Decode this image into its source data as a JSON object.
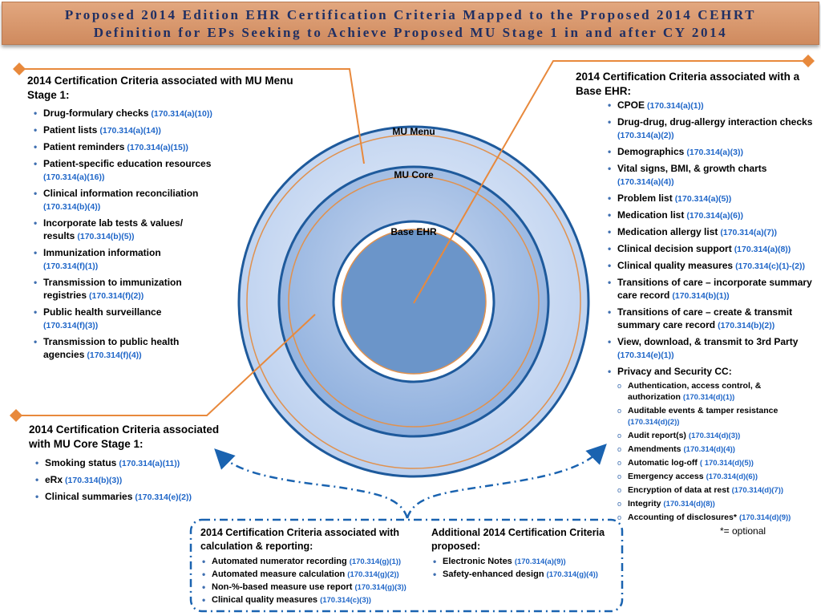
{
  "title": {
    "line1": "Proposed 2014 Edition EHR Certification Criteria Mapped to the Proposed 2014 CEHRT",
    "line2": "Definition for EPs Seeking to Achieve Proposed MU Stage 1 in and after CY 2014"
  },
  "rings": {
    "outer": "MU Menu",
    "middle": "MU Core",
    "inner": "Base EHR"
  },
  "menu": {
    "heading": "2014 Certification Criteria associated with MU Menu Stage 1:",
    "items": [
      {
        "label": "Drug-formulary checks",
        "code": "(170.314(a)(10))"
      },
      {
        "label": "Patient  lists",
        "code": "(170.314(a)(14))"
      },
      {
        "label": "Patient  reminders",
        "code": "(170.314(a)(15))"
      },
      {
        "label": "Patient-specific education resources",
        "code": "(170.314(a)(16))"
      },
      {
        "label": "Clinical information reconciliation",
        "code": "(170.314(b)(4))"
      },
      {
        "label": "Incorporate lab tests & values/ results",
        "code": "(170.314(b)(5))"
      },
      {
        "label": "Immunization information",
        "code": "(170.314(f)(1))"
      },
      {
        "label": "Transmission to immunization registries",
        "code": "(170.314(f)(2))"
      },
      {
        "label": "Public health surveillance",
        "code": "(170.314(f)(3))"
      },
      {
        "label": "Transmission to public health agencies",
        "code": "(170.314(f)(4))"
      }
    ]
  },
  "core": {
    "heading": "2014 Certification Criteria associated with MU Core Stage 1:",
    "items": [
      {
        "label": "Smoking status",
        "code": "(170.314(a)(11))"
      },
      {
        "label": "eRx",
        "code": "(170.314(b)(3))"
      },
      {
        "label": "Clinical summaries",
        "code": "(170.314(e)(2))"
      }
    ]
  },
  "base": {
    "heading": "2014 Certification Criteria associated with a Base EHR:",
    "items": [
      {
        "label": "CPOE",
        "code": "(170.314(a)(1))"
      },
      {
        "label": "Drug-drug, drug-allergy interaction checks",
        "code": "(170.314(a)(2))"
      },
      {
        "label": "Demographics",
        "code": "(170.314(a)(3))"
      },
      {
        "label": "Vital signs, BMI, & growth charts",
        "code": "(170.314(a)(4))"
      },
      {
        "label": "Problem list",
        "code": "(170.314(a)(5))"
      },
      {
        "label": "Medication list",
        "code": "(170.314(a)(6))"
      },
      {
        "label": "Medication allergy list",
        "code": "(170.314(a)(7))"
      },
      {
        "label": "Clinical decision support",
        "code": "(170.314(a)(8))"
      },
      {
        "label": "Clinical quality measures",
        "code": "(170.314(c)(1)-(2))"
      },
      {
        "label": "Transitions of care – incorporate summary care record",
        "code": "(170.314(b)(1))"
      },
      {
        "label": "Transitions of care – create & transmit summary care record",
        "code": "(170.314(b)(2))"
      },
      {
        "label": "View, download, & transmit to 3rd Party",
        "code": "(170.314(e)(1))"
      },
      {
        "label": "Privacy and Security CC:",
        "code": ""
      }
    ],
    "privacy_items": [
      {
        "label": "Authentication, access control, & authorization",
        "code": "(170.314(d)(1))"
      },
      {
        "label": "Auditable events & tamper resistance",
        "code": "(170.314(d)(2))"
      },
      {
        "label": "Audit report(s)",
        "code": "(170.314(d)(3))"
      },
      {
        "label": "Amendments",
        "code": "(170.314(d)(4))"
      },
      {
        "label": "Automatic log-off",
        "code": "( 170.314(d)(5))"
      },
      {
        "label": "Emergency access",
        "code": "(170.314(d)(6))"
      },
      {
        "label": "Encryption of data at rest",
        "code": "(170.314(d)(7))"
      },
      {
        "label": "Integrity",
        "code": "(170.314(d)(8))"
      },
      {
        "label": "Accounting of disclosures*",
        "code": "(170.314(d)(9))"
      }
    ]
  },
  "optional_note": "*= optional",
  "calc": {
    "heading": "2014 Certification Criteria associated with calculation & reporting:",
    "items": [
      {
        "label": "Automated numerator recording",
        "code": "(170.314(g)(1))"
      },
      {
        "label": "Automated measure calculation",
        "code": "(170.314(g)(2))"
      },
      {
        "label": "Non-%-based measure use report",
        "code": "(170.314(g)(3))"
      },
      {
        "label": "Clinical quality measures",
        "code": "(170.314(c)(3))"
      }
    ]
  },
  "additional": {
    "heading": "Additional 2014 Certification Criteria proposed:",
    "items": [
      {
        "label": "Electronic Notes",
        "code": "(170.314(a)(9))"
      },
      {
        "label": "Safety-enhanced design",
        "code": "(170.314(g)(4))"
      }
    ]
  },
  "colors": {
    "title_bg": "#d8956a",
    "title_text": "#1f2f63",
    "ring_dark_blue": "#1e5a9c",
    "ring_orange": "#e0914e",
    "code_blue": "#1f66c8",
    "connector": "#e8893c",
    "dash_blue": "#1a63b0"
  }
}
